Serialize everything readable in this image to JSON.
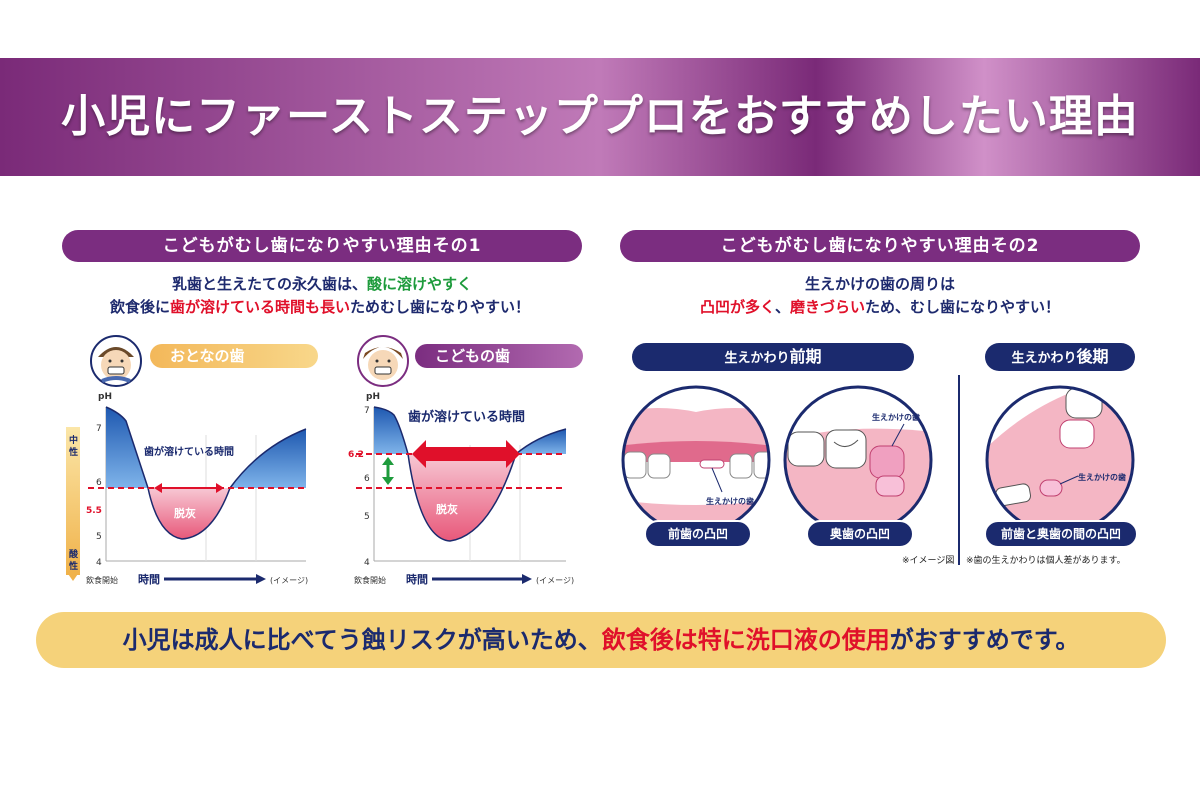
{
  "banner": {
    "title": "小児にファーストステッププロをおすすめしたい理由"
  },
  "left": {
    "heading": "こどもがむし歯になりやすい理由その1",
    "line1_a": "乳歯と生えたての永久歯は、",
    "line1_b": "酸に溶けやすく",
    "line2_a": "飲食後に",
    "line2_b": "歯が溶けている時間も長い",
    "line2_c": "ためむし歯になりやすい！",
    "adult_label": "おとなの歯",
    "child_label": "こどもの歯",
    "adult_chart": {
      "ph": "pH",
      "ticks": [
        "7",
        "6",
        "5",
        "4"
      ],
      "threshold": "5.5",
      "neutral": "中性",
      "acidic": "酸性",
      "duration_label": "歯が溶けている時間",
      "decal": "脱灰",
      "x_start": "飲食開始",
      "x_time": "時間",
      "x_note": "(イメージ)"
    },
    "child_chart": {
      "ph": "pH",
      "ticks": [
        "7",
        "6",
        "5",
        "4"
      ],
      "threshold": "6.2",
      "duration_label": "歯が溶けている時間",
      "decal": "脱灰",
      "x_start": "飲食開始",
      "x_time": "時間",
      "x_note": "(イメージ)"
    }
  },
  "right": {
    "heading": "こどもがむし歯になりやすい理由その2",
    "line1": "生えかけの歯の周りは",
    "line2_a": "凸凹が多く",
    "line2_sep": "、",
    "line2_b": "磨きづらい",
    "line2_c": "ため、むし歯になりやすい！",
    "early_prefix": "生えかわり",
    "early_suffix": "前期",
    "late_prefix": "生えかわり",
    "late_suffix": "後期",
    "circle1_caption": "前歯の凸凹",
    "circle1_tooth_label": "生えかけの歯",
    "circle2_caption": "奥歯の凸凹",
    "circle2_tooth_label": "生えかけの歯",
    "circle3_caption": "前歯と奥歯の間の凸凹",
    "circle3_tooth_label": "生えかけの歯",
    "note_image": "※イメージ図",
    "note_individual": "※歯の生えかわりは個人差があります。"
  },
  "bottom": {
    "text_a": "小児は成人に比べてう蝕リスクが高いため、",
    "text_b": "飲食後は特に洗口液の使用",
    "text_c": "がおすすめです。"
  },
  "colors": {
    "banner_purple": "#7a2a78",
    "navy": "#1b2a6e",
    "red": "#e0102a",
    "green": "#1e9b3c",
    "bottom_yellow": "#f5d27a"
  }
}
